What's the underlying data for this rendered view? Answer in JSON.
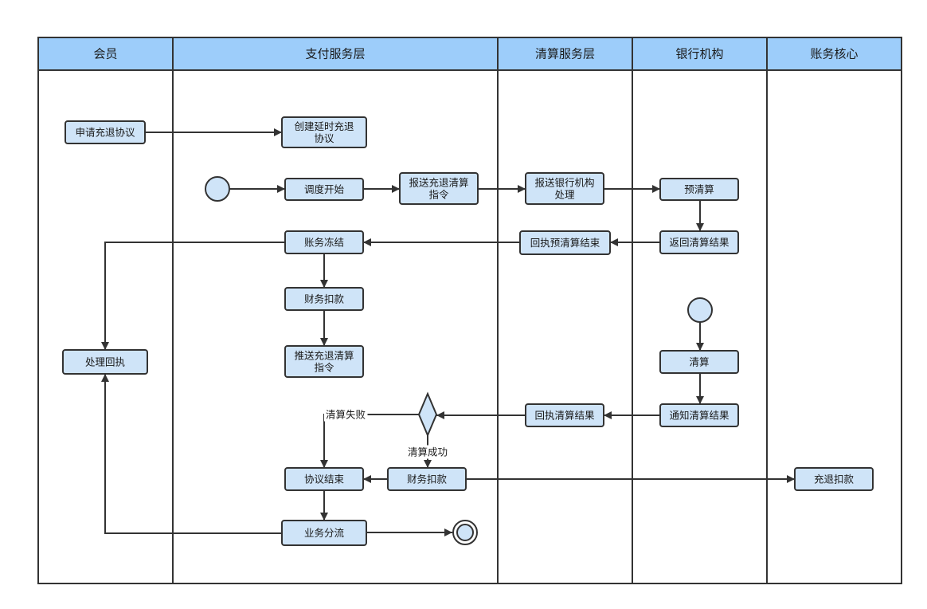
{
  "lanes": [
    {
      "id": "member",
      "title": "会员"
    },
    {
      "id": "payment",
      "title": "支付服务层"
    },
    {
      "id": "clearing",
      "title": "清算服务层"
    },
    {
      "id": "bank",
      "title": "银行机构"
    },
    {
      "id": "accounting",
      "title": "账务核心"
    }
  ],
  "nodes": {
    "apply_protocol": {
      "lines": [
        "申请充退协议"
      ]
    },
    "create_protocol": {
      "lines": [
        "创建延时充退",
        "协议"
      ]
    },
    "schedule_start": {
      "lines": [
        "调度开始"
      ]
    },
    "send_refund_cmd": {
      "lines": [
        "报送充退清算",
        "指令"
      ]
    },
    "send_bank": {
      "lines": [
        "报送银行机构",
        "处理"
      ]
    },
    "pre_clearing": {
      "lines": [
        "预清算"
      ]
    },
    "return_clearing_result": {
      "lines": [
        "返回清算结果"
      ]
    },
    "receipt_pre_result": {
      "lines": [
        "回执预清算结束"
      ]
    },
    "account_freeze": {
      "lines": [
        "账务冻结"
      ]
    },
    "finance_deduct_1": {
      "lines": [
        "财务扣款"
      ]
    },
    "push_refund_cmd": {
      "lines": [
        "推送充退清算",
        "指令"
      ]
    },
    "handle_receipt": {
      "lines": [
        "处理回执"
      ]
    },
    "clearing": {
      "lines": [
        "清算"
      ]
    },
    "notify_clearing_result": {
      "lines": [
        "通知清算结果"
      ]
    },
    "receipt_clearing_result": {
      "lines": [
        "回执清算结果"
      ]
    },
    "protocol_end": {
      "lines": [
        "协议结束"
      ]
    },
    "finance_deduct_2": {
      "lines": [
        "财务扣款"
      ]
    },
    "refund_deduct": {
      "lines": [
        "充退扣款"
      ]
    },
    "business_split": {
      "lines": [
        "业务分流"
      ]
    }
  },
  "edge_labels": {
    "clearing_failed": "清算失败",
    "clearing_success": "清算成功"
  }
}
